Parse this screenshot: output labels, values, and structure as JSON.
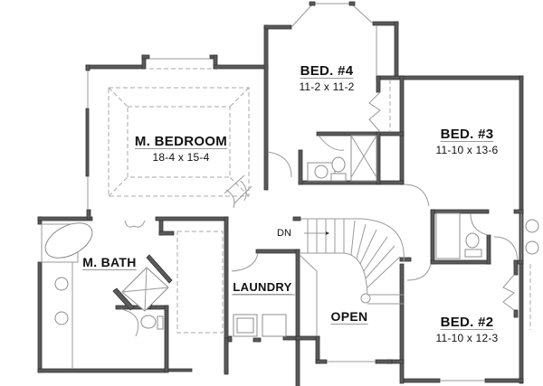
{
  "plan": {
    "type": "second-floor-plan",
    "rooms": [
      {
        "id": "master-bedroom",
        "name": "M. BEDROOM",
        "dims": "18-4 x 15-4"
      },
      {
        "id": "bed4",
        "name": "BED. #4",
        "dims": "11-2 x 11-2"
      },
      {
        "id": "bed3",
        "name": "BED. #3",
        "dims": "11-10 x 13-6"
      },
      {
        "id": "bed2",
        "name": "BED. #2",
        "dims": "11-10 x 12-3"
      },
      {
        "id": "master-bath",
        "name": "M. BATH",
        "dims": ""
      },
      {
        "id": "laundry",
        "name": "LAUNDRY",
        "dims": ""
      },
      {
        "id": "open",
        "name": "OPEN",
        "dims": ""
      }
    ],
    "stair_label": "DN",
    "colors": {
      "wall": "#5a5a5a",
      "line": "#9a9a9a",
      "background": "#ffffff"
    }
  }
}
